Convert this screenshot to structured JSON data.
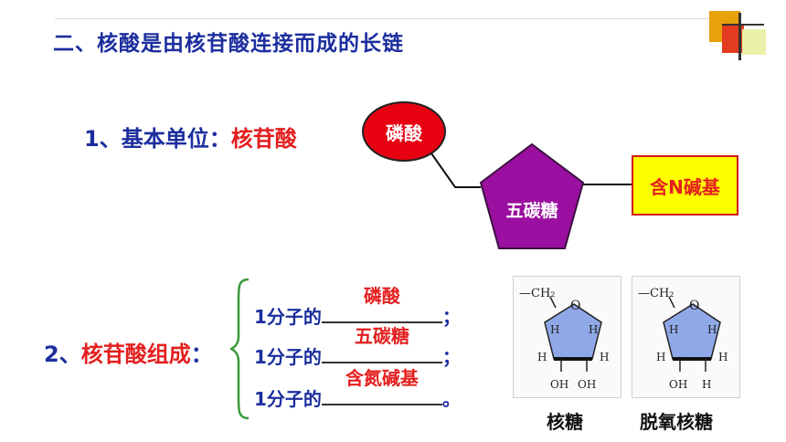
{
  "title": "二、核酸是由核苷酸连接而成的长链",
  "section1": {
    "prefix": "1、基本单位：",
    "highlight": "核苷酸"
  },
  "diagram": {
    "phosphate": "磷酸",
    "sugar": "五碳糖",
    "base": "含N碱基"
  },
  "section2": {
    "prefix": "2、",
    "highlight": "核苷酸组成",
    "colon": "："
  },
  "components": [
    {
      "lead": "1分子的",
      "answer": "磷酸",
      "end": "；"
    },
    {
      "lead": "1分子的",
      "answer": "五碳糖",
      "end": "；"
    },
    {
      "lead": "1分子的",
      "answer": "含氮碱基",
      "end": "。"
    }
  ],
  "structures": [
    {
      "caption": "核糖",
      "group": "—CH₂",
      "ring_o": "O",
      "h": "H",
      "oh": "OH"
    },
    {
      "caption": "脱氧核糖",
      "group": "—CH₂",
      "ring_o": "O",
      "h": "H",
      "oh": "OH"
    }
  ],
  "colors": {
    "title_blue": "#1c2e9e",
    "highlight_red": "#e41f1f",
    "sugar_purple": "#9b0fa0",
    "base_yellow": "#ffff00",
    "ring_blue": "#8fa8e8"
  }
}
